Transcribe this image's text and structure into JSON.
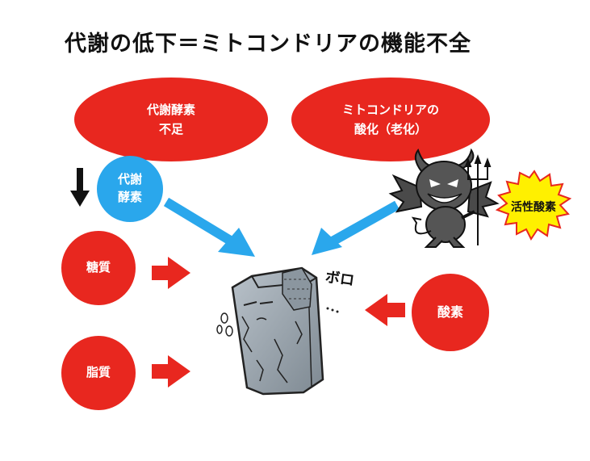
{
  "title": "代謝の低下＝ミトコンドリアの機能不全",
  "nodes": {
    "enzyme_shortage": {
      "line1": "代謝酵素",
      "line2": "不足"
    },
    "mito_oxidation": {
      "line1": "ミトコンドリアの",
      "line2": "酸化（老化）"
    },
    "metabolic_enzyme": {
      "line1": "代謝",
      "line2": "酵素"
    },
    "sugar": "糖質",
    "fat": "脂質",
    "oxygen": "酸素",
    "active_oxygen": "活性酸素"
  },
  "sound_effect": "ボロ",
  "colors": {
    "red": "#e8271f",
    "blue": "#2aa7ec",
    "black": "#111111",
    "starburst": "#fff000",
    "devil": "#555555",
    "mito_body": "#9aa4ad"
  }
}
